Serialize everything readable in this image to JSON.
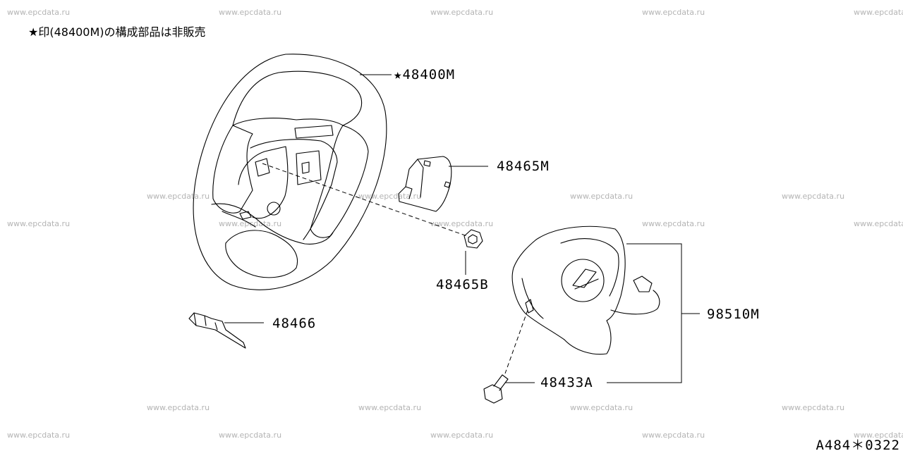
{
  "watermark": "www.epcdata.ru",
  "note": "★印(48400M)の構成部品は非販売",
  "parts": [
    {
      "id": "steering-wheel",
      "label": "★48400M"
    },
    {
      "id": "switch",
      "label": "48465M"
    },
    {
      "id": "nut",
      "label": "48465B"
    },
    {
      "id": "bracket",
      "label": "48466"
    },
    {
      "id": "airbag-module",
      "label": "98510M"
    },
    {
      "id": "bolt",
      "label": "48433A"
    }
  ],
  "diagram_code": "A484＊0322"
}
